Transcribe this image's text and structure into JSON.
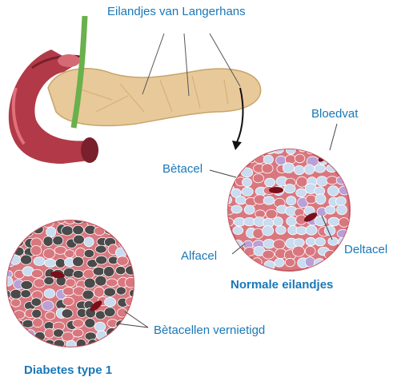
{
  "labels": {
    "islets": "Eilandjes van Langerhans",
    "blood_vessel": "Bloedvat",
    "beta_cell": "Bètacel",
    "alpha_cell": "Alfacel",
    "delta_cell": "Deltacel",
    "normal_islets": "Normale eilandjes",
    "beta_destroyed": "Bètacellen vernietigd",
    "diabetes_type1": "Diabetes type 1"
  },
  "colors": {
    "label_text": "#1a78b8",
    "pancreas": "#e8c99a",
    "duodenum": "#b23a48",
    "beta_cell": "#c9dcf0",
    "alpha_cell": "#d9777f",
    "delta_cell": "#b9a0d6",
    "blood_vessel": "#7a0f1a",
    "destroyed_cell": "#4a4a4a"
  }
}
